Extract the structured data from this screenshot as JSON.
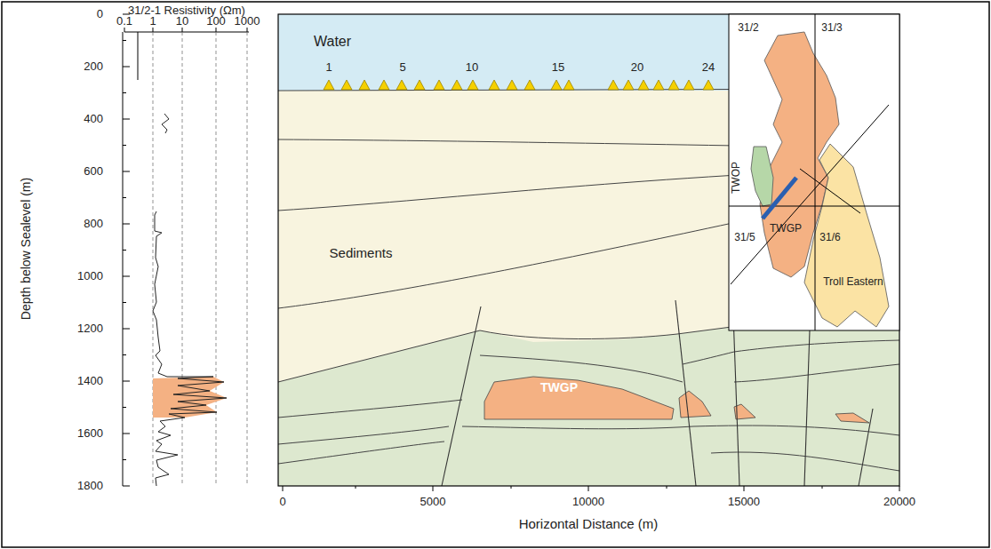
{
  "diagram": {
    "nodes": [
      {
        "text": [
          "Water"
        ]
      },
      {
        "text": [
          "TWGP"
        ]
      }
    ],
    "labels": [
      "31/2-1 Resistivity (Ωm)",
      "0.1",
      "1",
      "10",
      "100",
      "1000",
      "0",
      "200",
      "400",
      "600",
      "800",
      "1000",
      "1200",
      "1400",
      "1600",
      "1800",
      "Depth below Sealevel (m)",
      "1",
      "5",
      "10",
      "15",
      "20",
      "24",
      "Sediments",
      "0",
      "5000",
      "10000",
      "15000",
      "20000",
      "Horizontal Distance (m)",
      "31/2",
      "31/3",
      "TWOP",
      "TWGP",
      "31/5",
      "31/6",
      "Troll Eastern"
    ]
  }
}
